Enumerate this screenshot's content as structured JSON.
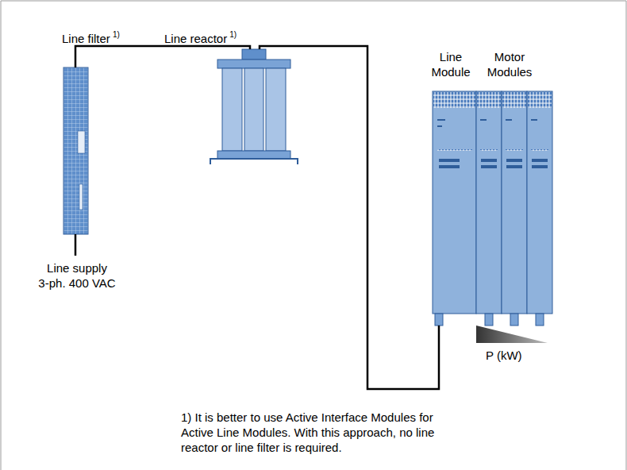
{
  "diagram": {
    "nodes": [
      {
        "text": [
          "Line filter",
          "1)"
        ]
      },
      {
        "text": [
          "Line reactor",
          "1)"
        ]
      },
      {
        "text": [
          "Line Module"
        ]
      },
      {
        "text": [
          "Motor Modules"
        ]
      }
    ],
    "edges": [
      {
        "from": 0,
        "to": 1,
        "arrow": "none"
      },
      {
        "from": 1,
        "to": 2,
        "arrow": "none"
      }
    ],
    "labels": [
      "Line supply",
      "3-ph. 400 VAC",
      "P (kW)",
      "1) It is better to use Active Interface Modules for Active Line Modules. With this approach, no line reactor or line filter is required."
    ]
  }
}
